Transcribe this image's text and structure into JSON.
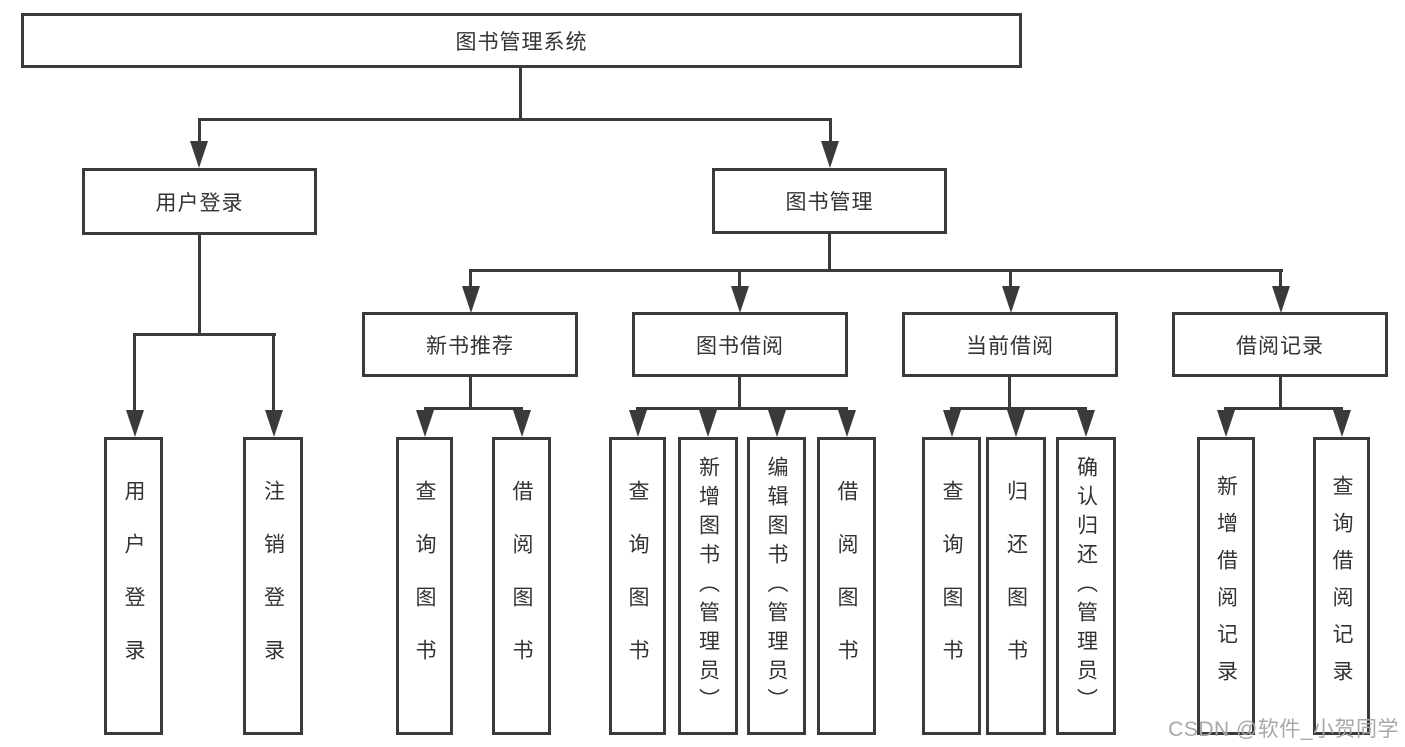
{
  "diagram": {
    "title_node": {
      "label": "图书管理系统"
    },
    "level2": [
      {
        "label": "用户登录"
      },
      {
        "label": "图书管理"
      }
    ],
    "level3": [
      {
        "label": "新书推荐"
      },
      {
        "label": "图书借阅"
      },
      {
        "label": "当前借阅"
      },
      {
        "label": "借阅记录"
      }
    ],
    "leaves": [
      {
        "label": "用户登录",
        "parent": "用户登录"
      },
      {
        "label": "注销登录",
        "parent": "用户登录"
      },
      {
        "label": "查询图书",
        "parent": "新书推荐"
      },
      {
        "label": "借阅图书",
        "parent": "新书推荐"
      },
      {
        "label": "查询图书",
        "parent": "图书借阅"
      },
      {
        "label": "新增图书（管理员）",
        "parent": "图书借阅"
      },
      {
        "label": "编辑图书（管理员）",
        "parent": "图书借阅"
      },
      {
        "label": "借阅图书",
        "parent": "图书借阅"
      },
      {
        "label": "查询图书",
        "parent": "当前借阅"
      },
      {
        "label": "归还图书",
        "parent": "当前借阅"
      },
      {
        "label": "确认归还（管理员）",
        "parent": "当前借阅"
      },
      {
        "label": "新增借阅记录",
        "parent": "借阅记录"
      },
      {
        "label": "查询借阅记录",
        "parent": "借阅记录"
      }
    ]
  },
  "colors": {
    "line": "#3a3a3a",
    "text": "#333333",
    "background": "#ffffff",
    "watermark_text": "#a8a8a8"
  },
  "watermark": {
    "text": "CSDN @软件_小贺同学"
  }
}
